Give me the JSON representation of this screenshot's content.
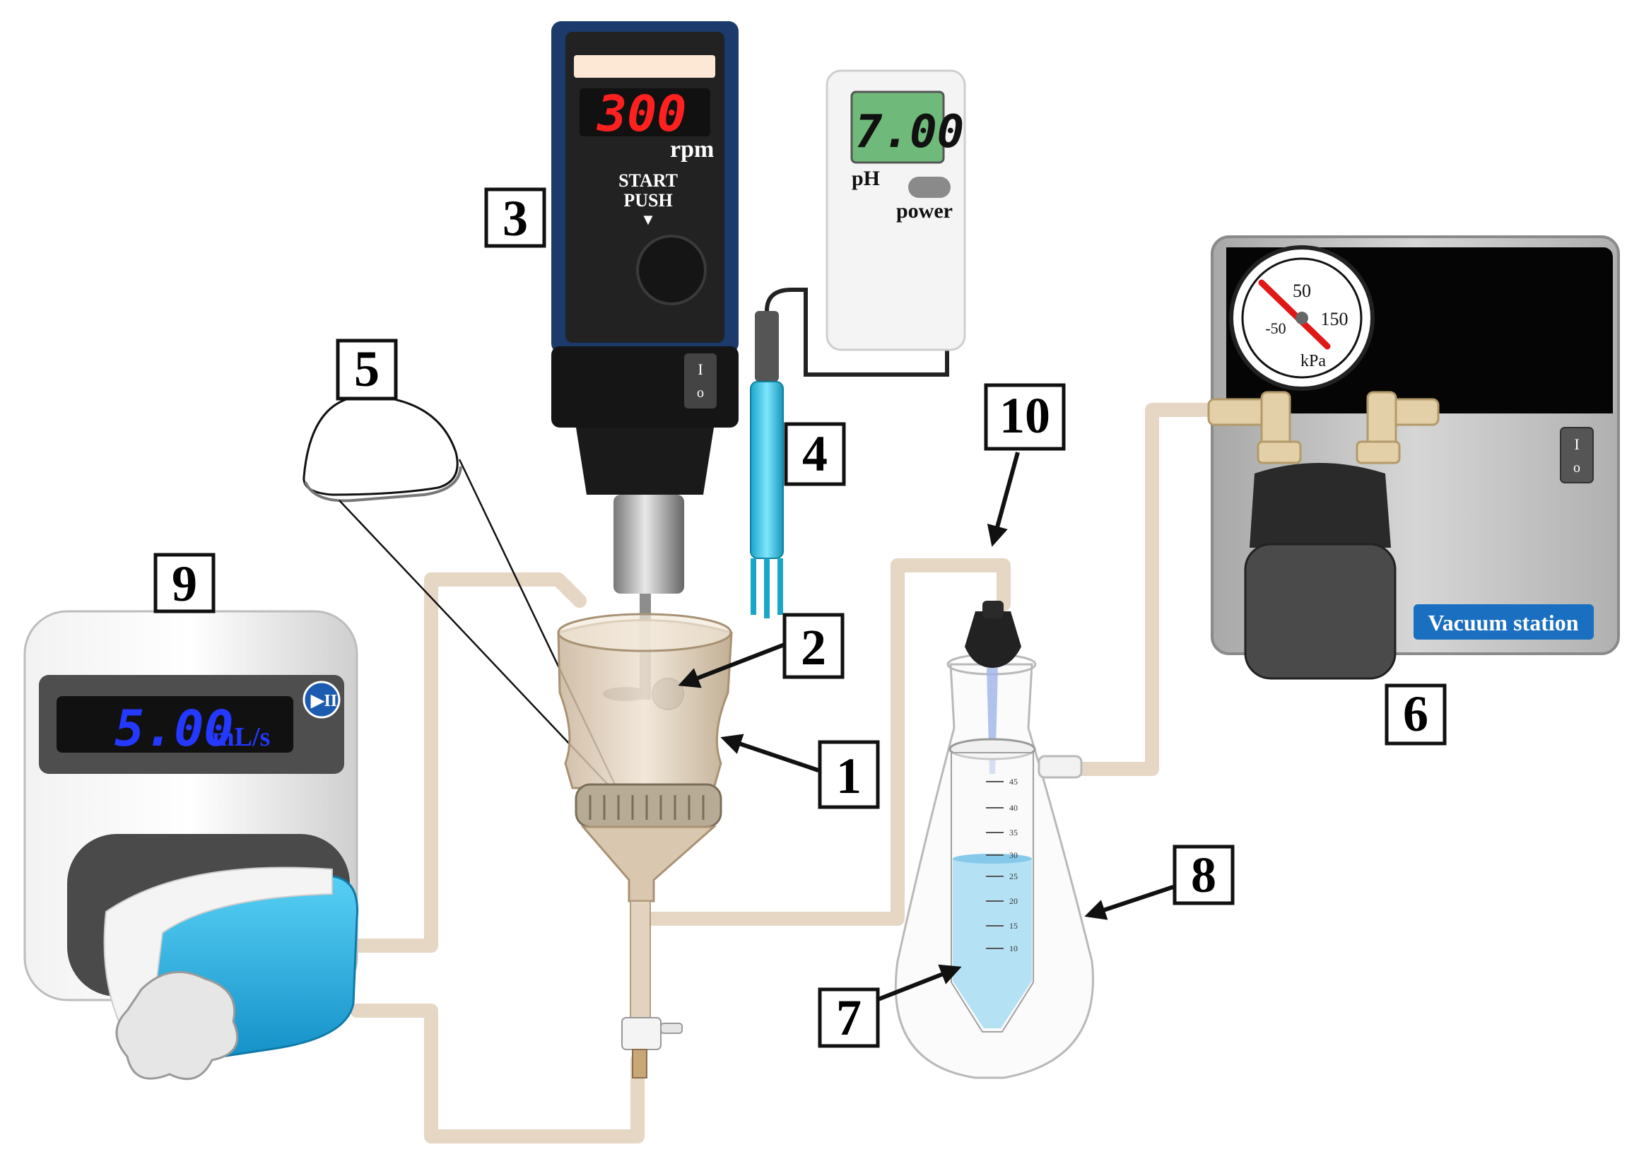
{
  "labels": {
    "n1": "1",
    "n2": "2",
    "n3": "3",
    "n4": "4",
    "n5": "5",
    "n6": "6",
    "n7": "7",
    "n8": "8",
    "n9": "9",
    "n10": "10"
  },
  "stirrer": {
    "display_value": "300",
    "unit": "rpm",
    "start_line1": "START",
    "start_line2": "PUSH",
    "start_arrow": "▼",
    "switch_on": "I",
    "switch_off": "o"
  },
  "ph_meter": {
    "display_value": "7.00",
    "label": "pH",
    "power_label": "power"
  },
  "pump": {
    "display_value": "5.00",
    "unit": "mL/s",
    "play_pause_symbol": "▶II"
  },
  "vacuum": {
    "gauge_tick_50": "50",
    "gauge_tick_150": "150",
    "gauge_tick_neg50": "-50",
    "gauge_unit": "kPa",
    "station_label": "Vacuum station",
    "switch_on": "I",
    "switch_off": "o"
  },
  "tube_scale": [
    "45",
    "40",
    "35",
    "30",
    "25",
    "20",
    "15",
    "10"
  ],
  "colors": {
    "tubing": "#e6d6c4",
    "stirrer_body": "#1c3a6b",
    "lcd_red": "#ff2020",
    "lcd_blue": "#2438ff",
    "ph_screen": "#6fba7a",
    "pump_accent": "#2bb7e6",
    "vacuum_label_bg": "#1a6fc0",
    "liquid": "#a8dcf2"
  }
}
